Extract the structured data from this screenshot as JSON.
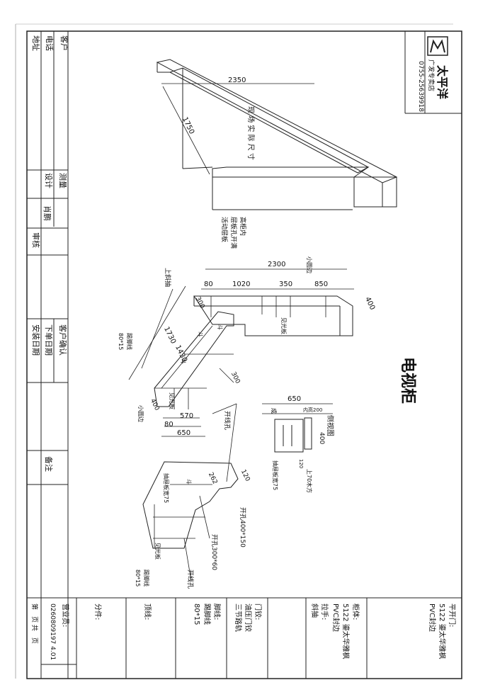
{
  "brand": {
    "name": "太平洋",
    "sub": "广发专卖店",
    "phone": "0755-25639918"
  },
  "title": "电视柜",
  "left_table": {
    "customer": "客户",
    "phone": "电话",
    "address": "地址",
    "measure": "测量",
    "design": "设计",
    "designer": "肖鹏",
    "review": "审核",
    "confirm": "客户确认",
    "order_date": "下单日期",
    "install_date": "安装日期",
    "remarks": "备注"
  },
  "sketch": {
    "width": "2350",
    "depth": "1750",
    "note": [
      "现",
      "场",
      "实",
      "际",
      "尺",
      "寸"
    ]
  },
  "labels": {
    "tall_note": [
      "高柜内",
      "层板孔开满",
      "活动层板"
    ],
    "total_len": "2300",
    "small_edge_top": "小圆边",
    "d80": "80",
    "d1020": "1020",
    "d350": "350",
    "d850": "850",
    "d400a": "400",
    "d300a": "300",
    "upper_drawer": "上斜抽",
    "d1730": "1730",
    "d1430": "1430",
    "kickboard": "踢脚线",
    "kickboard_size": "80*15",
    "d300b": "300",
    "d400b": "400",
    "small_edge_bottom": "小圆边",
    "d570": "570",
    "d80b": "80",
    "d650": "650",
    "wire_hole": "开线孔",
    "d120": "120",
    "d262": "262",
    "hole400": "开孔400*150",
    "hole300": "开孔300*60",
    "drawer_track": "抽屉板宽75",
    "wire_hole2": "开线孔",
    "kickboard2": "踢脚线",
    "kickboard2_size": "80*15",
    "see_light": "见光板",
    "dou": "斗",
    "side_title": "侧视图",
    "side_650": "650",
    "side_400": "400",
    "side_200": "内高200",
    "side_120": "120",
    "side_top": "上70木方",
    "side_note": "抽屉板宽75",
    "side_mark": "成"
  },
  "right_table": {
    "door_label": "平开门:",
    "door_value": "5122 鎏太华雅枫",
    "door_edge": "PVC封边",
    "body_label": "柜体:",
    "body_value": "5122 鎏太华雅枫",
    "body_edge": "PVC封边",
    "handle_label": "拉手:",
    "handle_value": "斜抽",
    "hinge_label": "门铰:",
    "hinge_value": "油压门铰",
    "rail": "三节路轨",
    "kick_label": "脚线:",
    "kick_value": "踢脚线",
    "kick_size": "80*15",
    "top_label": "顶线:",
    "parts_label": "分件:",
    "sales_label": "营业员:",
    "sales_value": "0260809197 4.01",
    "page_info": "第　页 共　页"
  }
}
